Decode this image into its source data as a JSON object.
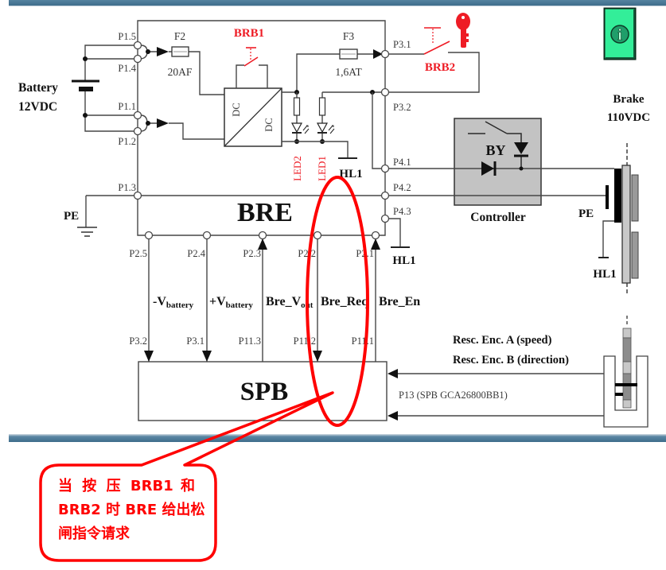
{
  "info_button": {
    "icon": "info-icon",
    "glyph": "i"
  },
  "battery": {
    "name": "Battery",
    "voltage": "12VDC"
  },
  "ground_left": {
    "label": "PE"
  },
  "bre": {
    "title": "BRE",
    "pins": {
      "p1_5": "P1.5",
      "p1_4": "P1.4",
      "p1_1": "P1.1",
      "p1_2": "P1.2",
      "p1_3": "P1.3",
      "p3_1": "P3.1",
      "p3_2": "P3.2",
      "p4_1": "P4.1",
      "p4_2": "P4.2",
      "p4_3": "P4.3",
      "p2_5": "P2.5",
      "p2_4": "P2.4",
      "p2_3": "P2.3",
      "p2_2": "P2.2",
      "p2_1": "P2.1"
    },
    "fuse_f2": {
      "name": "F2",
      "rating": "20AF"
    },
    "fuse_f3": {
      "name": "F3",
      "rating": "1,6AT"
    },
    "dc_converter": {
      "input": "DC",
      "output": "DC"
    },
    "leds": {
      "led2": "LED2",
      "led1": "LED1"
    },
    "hl1": "HL1"
  },
  "buttons": {
    "brb1": "BRB1",
    "brb2": "BRB2",
    "brb2_icon": "key-icon"
  },
  "hl1_p4_3": "HL1",
  "signals": [
    {
      "main": "-V",
      "sub": "battery"
    },
    {
      "main": "+V",
      "sub": "battery"
    },
    {
      "main": "Bre_V",
      "sub": "out"
    },
    {
      "main": "Bre_Req",
      "sub": ""
    },
    {
      "main": "Bre_En",
      "sub": ""
    }
  ],
  "spb": {
    "title": "SPB",
    "pins": [
      "P3.2",
      "P3.1",
      "P11.3",
      "P11.2",
      "P11.1"
    ],
    "port": "P13 (SPB GCA26800BB1)"
  },
  "controller": {
    "title": "Controller",
    "relay": "BY"
  },
  "brake": {
    "name": "Brake",
    "voltage": "110VDC",
    "pe": "PE",
    "hl1": "HL1"
  },
  "encoder": {
    "line_a": "Resc. Enc. A (speed)",
    "line_b": "Resc. Enc. B (direction)"
  },
  "callout": {
    "lines": [
      "当 按 压 BRB1 和",
      "BRB2 时 BRE 给出松",
      "闸指令请求"
    ]
  },
  "colors": {
    "annotation": "#ff0000",
    "title_bar": "#4a7896",
    "info_button": "#33ee99",
    "controller_fill": "#c3c3c3"
  }
}
